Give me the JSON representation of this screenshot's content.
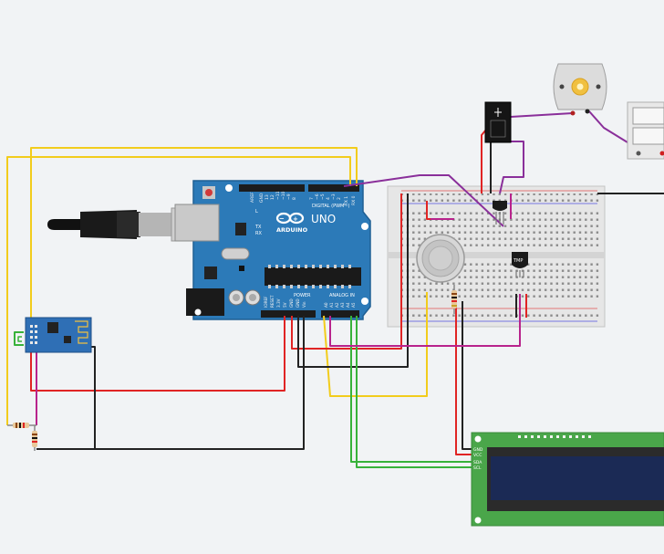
{
  "arduino": {
    "brand": "ARDUINO",
    "model": "UNO",
    "digital_label": "DIGITAL (PWM~)",
    "analog_label": "ANALOG IN",
    "power_label": "POWER",
    "tx_label": "TX",
    "rx_label": "RX",
    "l_label": "L",
    "aref_label": "AREF",
    "gnd_label": "GND",
    "digital_pins": [
      "13",
      "12",
      "~11",
      "~10",
      "~9",
      "8",
      "7",
      "~6",
      "~5",
      "4",
      "~3",
      "2",
      "TX 1",
      "RX 0"
    ],
    "power_pins": [
      "IOREF",
      "RESET",
      "3.3V",
      "5V",
      "GND",
      "GND",
      "Vin"
    ],
    "analog_pins": [
      "A0",
      "A1",
      "A2",
      "A3",
      "A4",
      "A5"
    ]
  },
  "sensor": {
    "label": "TMP"
  },
  "lcd": {
    "pins": [
      "GND",
      "VCC",
      "SDA",
      "SCL"
    ]
  },
  "colors": {
    "background": "#f1f3f5",
    "board": "#2c7ab8",
    "board_edge": "#1f5f94",
    "wire_red": "#e02424",
    "wire_black": "#222222",
    "wire_yellow": "#f2cc1c",
    "wire_green": "#38b23a",
    "wire_magenta": "#b8238c",
    "wire_purple": "#8a2f9a",
    "lcd_pcb": "#4aa64a",
    "lcd_screen": "#1b2a55"
  }
}
